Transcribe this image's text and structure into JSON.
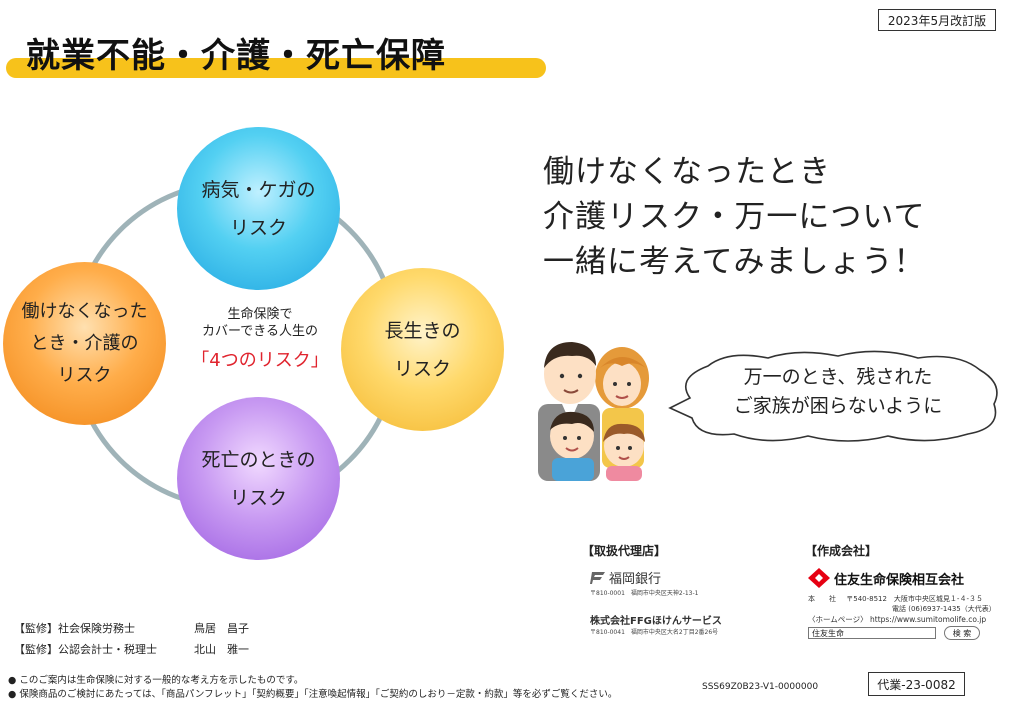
{
  "edition": "2023年5月改訂版",
  "title": "就業不能・介護・死亡保障",
  "risks": {
    "illness": [
      "病気・ケガの",
      "リスク"
    ],
    "longevity": [
      "長生きの",
      "リスク"
    ],
    "death": [
      "死亡のときの",
      "リスク"
    ],
    "work": [
      "働けなくなった",
      "とき・介護の",
      "リスク"
    ],
    "center": [
      "生命保険で",
      "カバーできる人生の"
    ],
    "center_red": "「4つのリスク」"
  },
  "headline": [
    "働けなくなったとき",
    "介護リスク・万一について",
    "一緒に考えてみましょう！"
  ],
  "bubble": [
    "万一のとき、残された",
    "ご家族が困らないように"
  ],
  "agency": {
    "heading": "【取扱代理店】",
    "bank": "福岡銀行",
    "bank_address": "〒810-0001　福岡市中央区天神2-13-1",
    "company": "株式会社FFGほけんサービス",
    "company_address": "〒810-0041　福岡市中央区大名2丁目2番26号"
  },
  "maker": {
    "heading": "【作成会社】",
    "name": "住友生命保険相互会社",
    "hq_label": "本　　社",
    "hq_address": "〒540-8512　大阪市中央区城見１-４-３５",
    "phone": "電話 (06)6937-1435（大代表）",
    "homepage": "〈ホームページ〉 https://www.sumitomolife.co.jp",
    "search_text": "住友生命",
    "search_button": "検 索"
  },
  "supervision": [
    {
      "label": "【監修】社会保険労務士",
      "name": "鳥居　昌子"
    },
    {
      "label": "【監修】公認会計士・税理士",
      "name": "北山　雅一"
    }
  ],
  "notes": [
    "このご案内は生命保険に対する一般的な考え方を示したものです。",
    "保険商品のご検討にあたっては、「商品パンフレット」「契約概要」「注意喚起情報」「ご契約のしおり－定款・約款」等を必ずご覧ください。"
  ],
  "doc_code": "SSS69Z0B23-V1-0000000",
  "approval_code": "代業-23-0082",
  "colors": {
    "accent": "#f7c21b",
    "red": "#e0242e",
    "maker_red": "#e60012"
  }
}
